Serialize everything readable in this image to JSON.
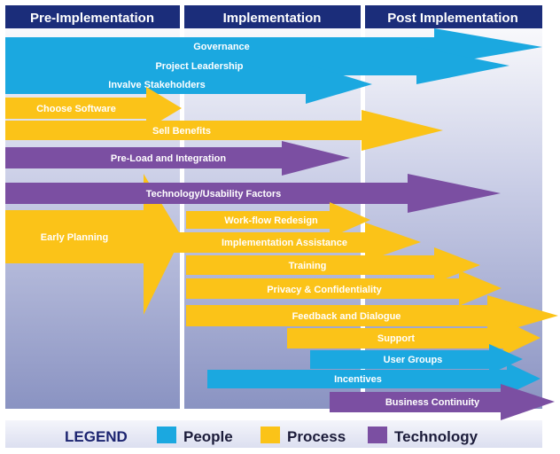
{
  "phases": [
    "Pre-Implementation",
    "Implementation",
    "Post Implementation"
  ],
  "colors": {
    "people": "#1ba8e0",
    "process": "#fbc318",
    "technology": "#7b4fa2",
    "header": "#1b2d7a"
  },
  "arrows": [
    {
      "label": "Governance",
      "category": "people"
    },
    {
      "label": "Project Leadership",
      "category": "people"
    },
    {
      "label": "Invalve Stakeholders",
      "category": "people"
    },
    {
      "label": "Choose Software",
      "category": "process"
    },
    {
      "label": "Sell Benefits",
      "category": "process"
    },
    {
      "label": "Pre-Load and Integration",
      "category": "technology"
    },
    {
      "label": "Technology/Usability  Factors",
      "category": "technology"
    },
    {
      "label": "Early Planning",
      "category": "process"
    },
    {
      "label": "Work-flow Redesign",
      "category": "process"
    },
    {
      "label": "Implementation Assistance",
      "category": "process"
    },
    {
      "label": "Training",
      "category": "process"
    },
    {
      "label": "Privacy & Confidentiality",
      "category": "process"
    },
    {
      "label": "Feedback and Dialogue",
      "category": "process"
    },
    {
      "label": "Support",
      "category": "process"
    },
    {
      "label": "User Groups",
      "category": "people"
    },
    {
      "label": "Incentives",
      "category": "people"
    },
    {
      "label": "Business Continuity",
      "category": "technology"
    }
  ],
  "legend": {
    "title": "LEGEND",
    "items": [
      {
        "label": "People",
        "category": "people"
      },
      {
        "label": "Process",
        "category": "process"
      },
      {
        "label": "Technology",
        "category": "technology"
      }
    ]
  }
}
